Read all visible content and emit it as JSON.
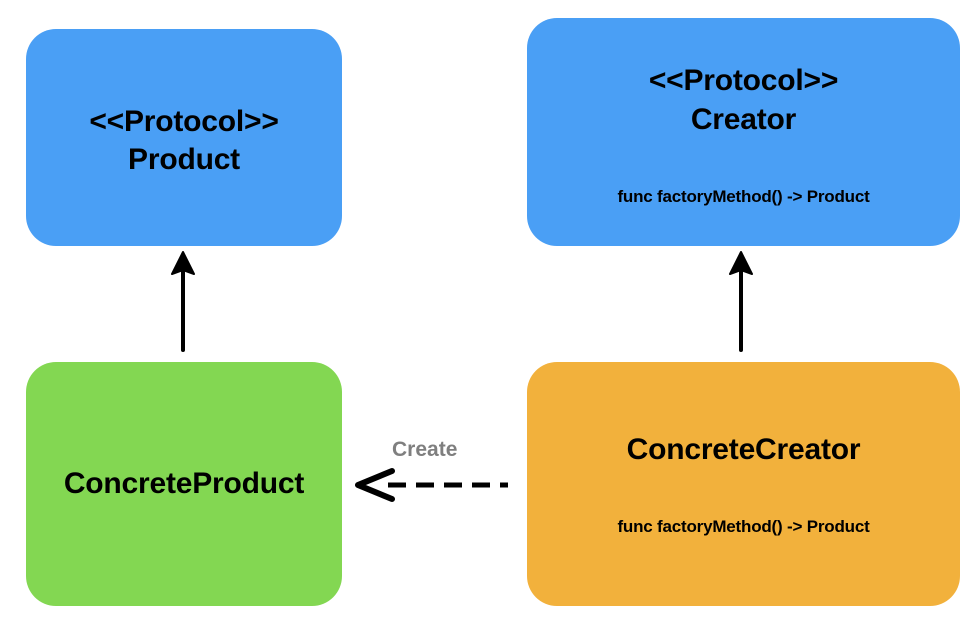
{
  "product": {
    "stereotype": "<<Protocol>>",
    "name": "Product"
  },
  "creator": {
    "stereotype": "<<Protocol>>",
    "name": "Creator",
    "method": "func factoryMethod() -> Product"
  },
  "concrete_product": {
    "name": "ConcreteProduct"
  },
  "concrete_creator": {
    "name": "ConcreteCreator",
    "method": "func factoryMethod() -> Product"
  },
  "relations": {
    "create_label": "Create"
  },
  "colors": {
    "protocol_box": "#4a9ff5",
    "concrete_product_box": "#83d752",
    "concrete_creator_box": "#f2b13c",
    "create_label": "#7f7f7f"
  }
}
